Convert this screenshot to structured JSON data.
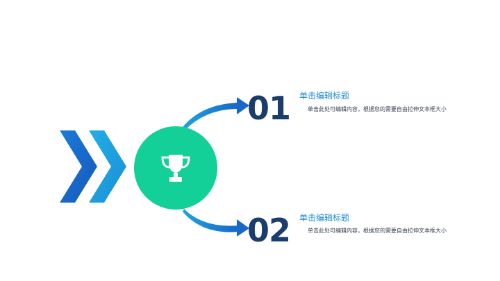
{
  "colors": {
    "background": "#ffffff",
    "circle": "#13cf98",
    "number": "#1b3d6e",
    "title": "#1f8bd6",
    "body": "#333f4f",
    "chevron_dark": "#1866c7",
    "chevron_light": "#1fa3e0",
    "arrow": "#1a78d1"
  },
  "icons": {
    "center": "trophy-icon",
    "left": "double-chevron-right-icon"
  },
  "items": [
    {
      "number": "01",
      "title": "单击编辑标题",
      "body": "单击此处可编辑内容，根据您的需要自由拉伸文本框大小"
    },
    {
      "number": "02",
      "title": "单击编辑标题",
      "body": "单击此处可编辑内容，根据您的需要自由拉伸文本框大小"
    }
  ]
}
